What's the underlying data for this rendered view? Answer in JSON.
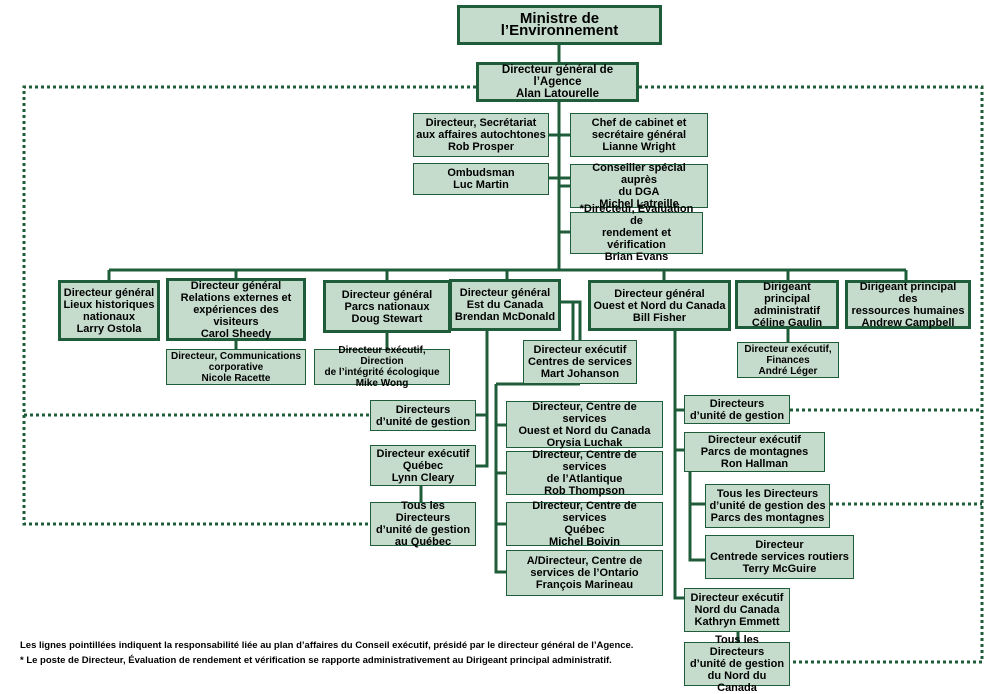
{
  "boxes": {
    "ministre": "Ministre de l’Environnement",
    "dga": "Directeur général de l’Agence\nAlan Latourelle",
    "dir_autochtones": "Directeur, Secrétariat\naux affaires autochtones\nRob Prosper",
    "chef_cabinet": "Chef de cabinet et\nsecrétaire général\nLianne Wright",
    "ombudsman": "Ombudsman\nLuc Martin",
    "conseiller": "Conseiller spécial auprès\ndu DGA\nMichel Latreille",
    "dir_evaluation": "*Directeur, Évaluation de\nrendement et vérification\nBrian Evans",
    "dg_lieux": "Directeur général\nLieux historiques\nnationaux\nLarry Ostola",
    "dg_relations": "Directeur général\nRelations externes et\nexpériences des visiteurs\nCarol Sheedy",
    "dg_parcs": "Directeur général\nParcs nationaux\nDoug Stewart",
    "dg_est": "Directeur général\nEst du Canada\nBrendan McDonald",
    "dg_ouest": "Directeur général\nOuest et Nord du Canada\nBill Fisher",
    "dpa": "Dirigeant principal\nadministratif\nCéline Gaulin",
    "dprh": "Dirigeant principal des\nressources humaines\nAndrew Campbell",
    "dir_communications": "Directeur, Communications\ncorporative\nNicole Racette",
    "dir_integrite": "Directeur exécutif, Direction\nde l’intégrité écologique\nMike Wong",
    "dir_finances": "Directeur exécutif,\nFinances\nAndré Léger",
    "de_centres": "Directeur exécutif\nCentres de services\nMart Johanson",
    "dir_unite_est": "Directeurs\nd’unité de gestion",
    "de_quebec": "Directeur exécutif\nQuébec\nLynn Cleary",
    "tous_quebec": "Tous les Directeurs\nd’unité de gestion\nau Québec",
    "cs_ouest": "Directeur, Centre de services\nOuest et Nord du Canada\nOrysia Luchak",
    "cs_atlantique": "Directeur, Centre de services\nde l’Atlantique\nRob Thompson",
    "cs_quebec": "Directeur, Centre de services\nQuébec\nMichel Boivin",
    "cs_ontario": "A/Directeur, Centre de\nservices de l’Ontario\nFrançois Marineau",
    "dir_unite_ouest": "Directeurs\nd’unité de gestion",
    "de_montagnes": "Directeur exécutif\nParcs de montagnes\nRon Hallman",
    "tous_montagnes": "Tous les Directeurs\nd’unité de gestion des\nParcs des montagnes",
    "dir_routiers": "Directeur\nCentrede services routiers\nTerry McGuire",
    "de_nord": "Directeur exécutif\nNord du Canada\nKathryn Emmett",
    "tous_nord": "Tous les Directeurs\nd’unité de gestion\ndu Nord du Canada"
  },
  "footnotes": {
    "line1": "Les lignes pointillées indiquent la responsabilité liée au plan d’affaires du Conseil exécutif, présidé par le directeur général de l’Agence.",
    "line2": "* Le poste de Directeur, Évaluation de rendement et vérification se rapporte administrativement au Dirigeant principal administratif."
  },
  "colors": {
    "box_fill": "#c5dccd",
    "line": "#1f5d3a"
  }
}
